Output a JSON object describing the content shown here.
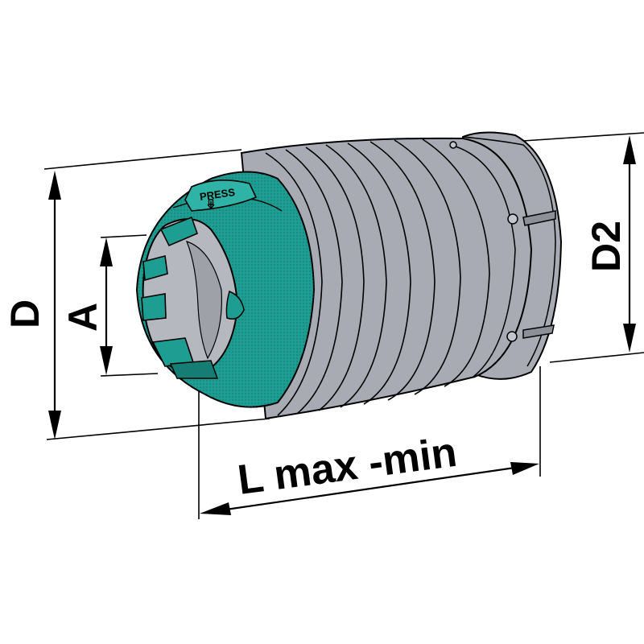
{
  "labels": {
    "d": "D",
    "a": "A",
    "d2": "D2",
    "l": "L max -min",
    "press": "PRESS"
  },
  "colors": {
    "body": "#a9abb4",
    "body_dark": "#8e9099",
    "body_light": "#c4c6cd",
    "cap": "#1e9e92",
    "cap_dark": "#167d74",
    "inner": "#b6b8bf",
    "outline": "#000000",
    "background": "#ffffff"
  },
  "icons": {
    "press_arrow": "down-arrow-icon"
  }
}
